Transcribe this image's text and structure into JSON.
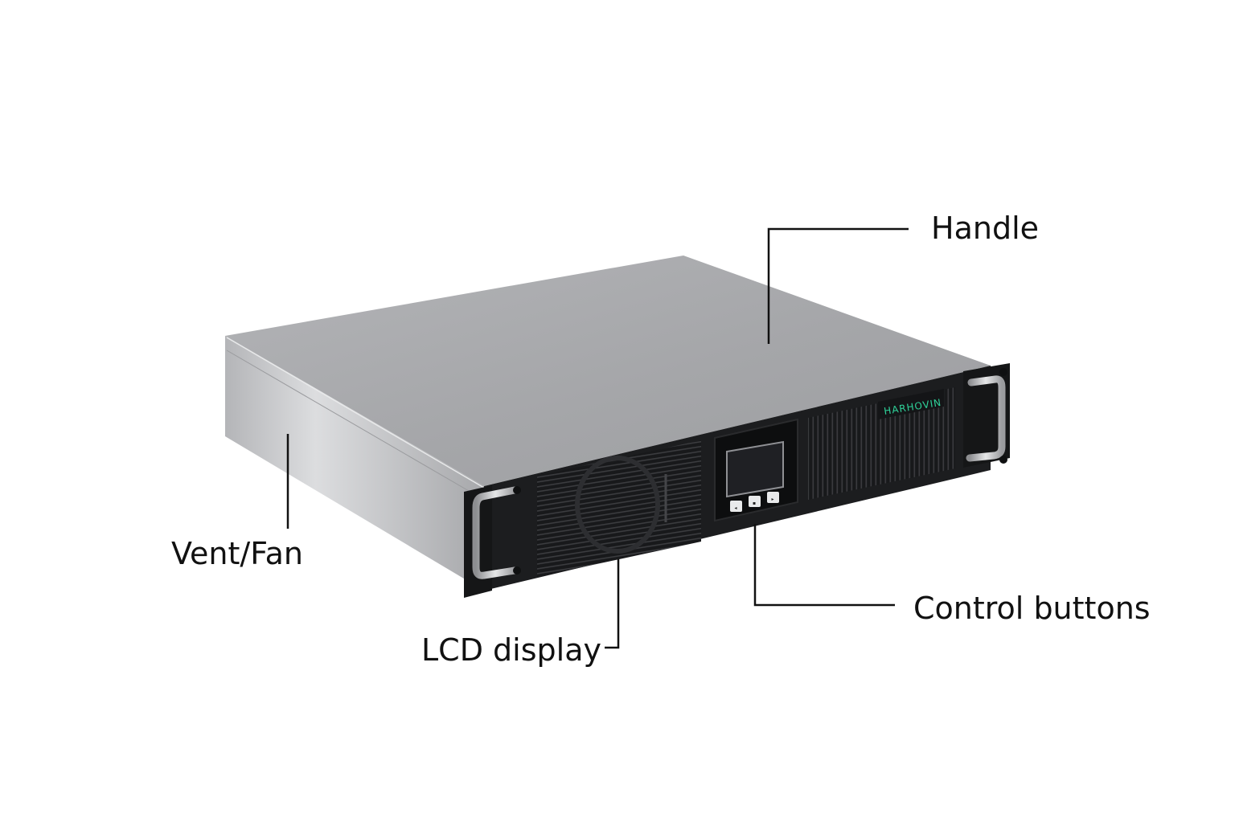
{
  "brand": {
    "logo_text": "HARHOVIN",
    "logo_color": "#2fd39a"
  },
  "callouts": {
    "handle": "Handle",
    "vent_fan": "Vent/Fan",
    "lcd_display": "LCD display",
    "control_buttons": "Control buttons"
  },
  "colors": {
    "chassis_top": "#a9aaad",
    "chassis_side": "#c4c5c7",
    "front_panel": "#1b1c1e",
    "handle_metal": "#c9cacc",
    "callout_line": "#111111"
  }
}
